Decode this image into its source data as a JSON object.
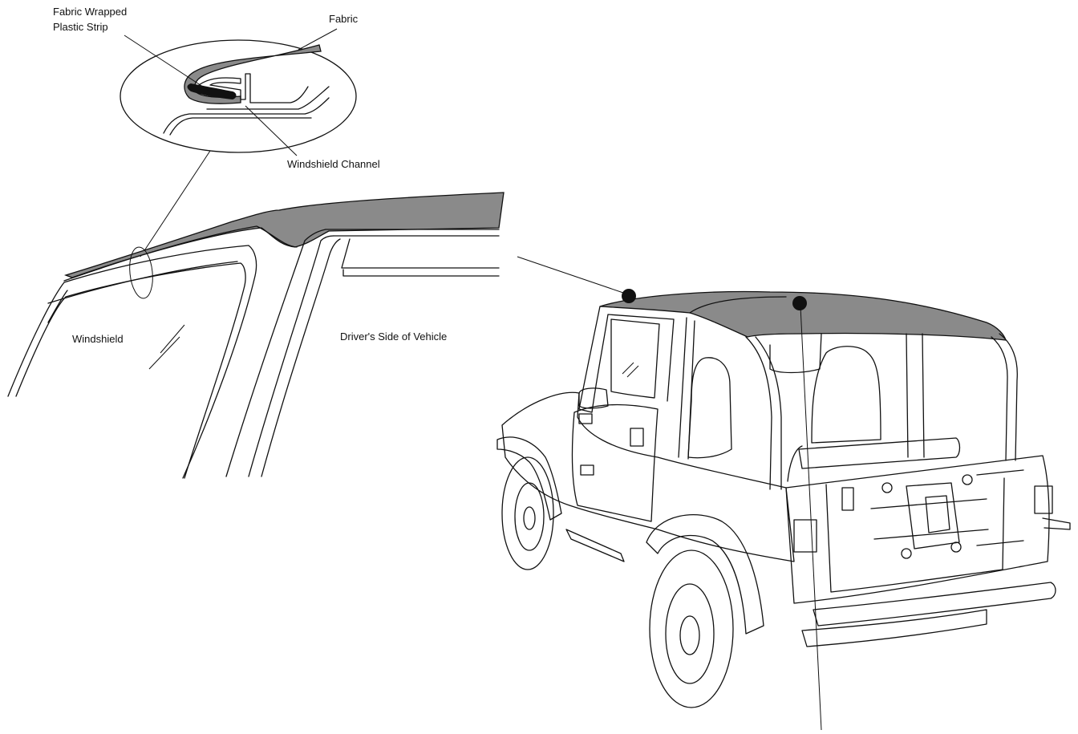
{
  "labels": {
    "fabric_wrapped_strip_line1": "Fabric Wrapped",
    "fabric_wrapped_strip_line2": "Plastic Strip",
    "fabric": "Fabric",
    "windshield_channel": "Windshield Channel",
    "windshield": "Windshield",
    "drivers_side": "Driver's Side of Vehicle"
  },
  "colors": {
    "fabric_fill": "#8a8a8a",
    "strip_fill": "#111111",
    "line": "#111111",
    "background": "#ffffff"
  }
}
